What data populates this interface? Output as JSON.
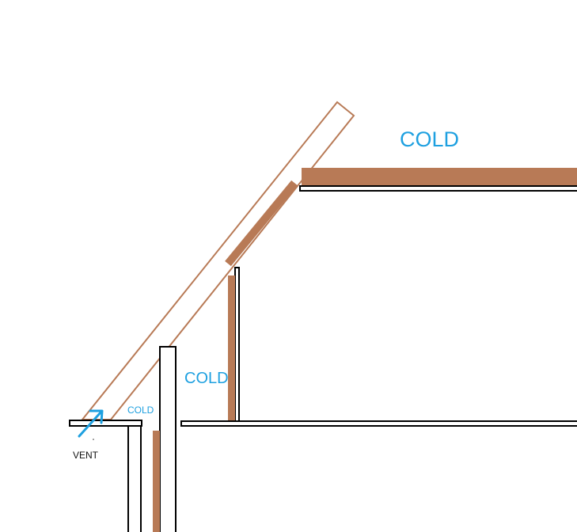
{
  "labels": {
    "cold_top": "COLD",
    "cold_middle": "COLD",
    "cold_small": "COLD",
    "vent": "VENT"
  },
  "colors": {
    "insulation": "#b87a56",
    "label_blue": "#1ea0e0",
    "line_black": "#000000",
    "vent_text": "#111111"
  }
}
